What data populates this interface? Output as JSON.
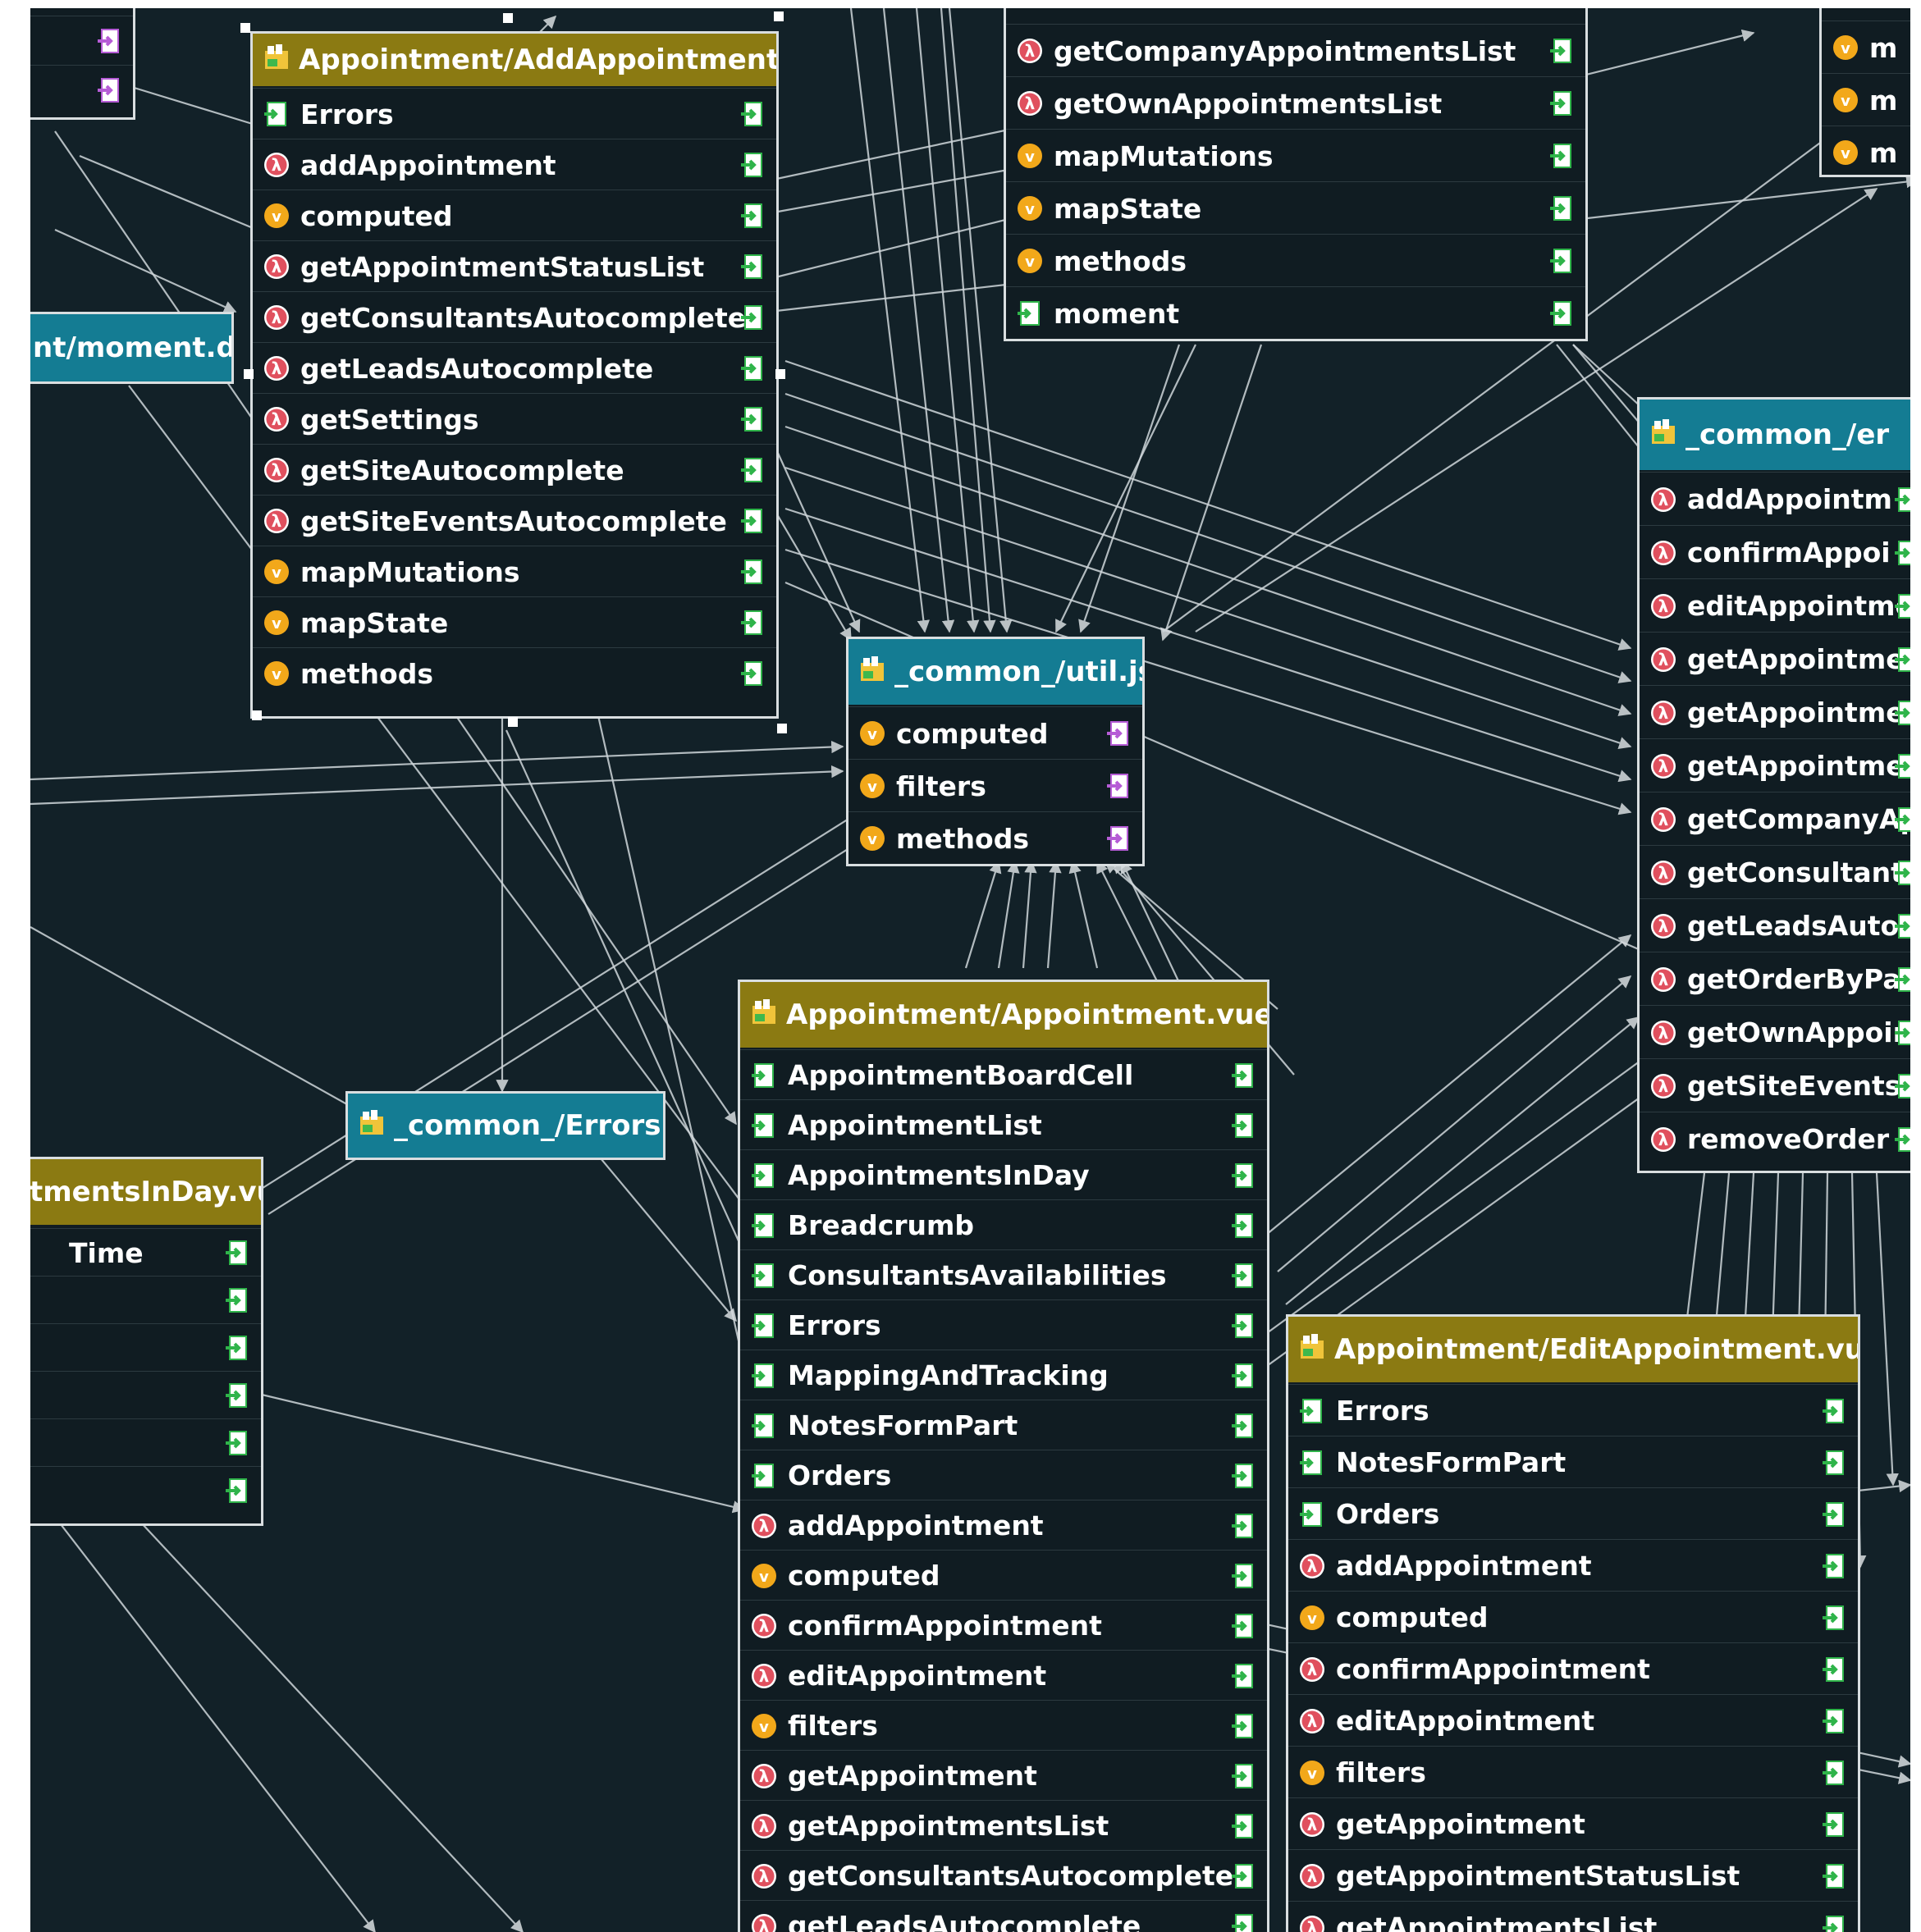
{
  "colors": {
    "background": "#122128",
    "header_gold": "#8b7a12",
    "header_teal": "#147c93",
    "lambda_icon": "#e0505e",
    "v_icon": "#f2a81a",
    "port_icon": "#2fb44a",
    "export_icon": "#b65cd6"
  },
  "boxes": {
    "add_appointment": {
      "title": "Appointment/AddAppointment.vue",
      "items": [
        {
          "label": "Errors",
          "icon": "component-icon"
        },
        {
          "label": "addAppointment",
          "icon": "lambda-icon"
        },
        {
          "label": "computed",
          "icon": "v-icon"
        },
        {
          "label": "getAppointmentStatusList",
          "icon": "lambda-icon"
        },
        {
          "label": "getConsultantsAutocomplete",
          "icon": "lambda-icon"
        },
        {
          "label": "getLeadsAutocomplete",
          "icon": "lambda-icon"
        },
        {
          "label": "getSettings",
          "icon": "lambda-icon"
        },
        {
          "label": "getSiteAutocomplete",
          "icon": "lambda-icon"
        },
        {
          "label": "getSiteEventsAutocomplete",
          "icon": "lambda-icon"
        },
        {
          "label": "mapMutations",
          "icon": "v-icon"
        },
        {
          "label": "mapState",
          "icon": "v-icon"
        },
        {
          "label": "methods",
          "icon": "v-icon"
        }
      ]
    },
    "top_center": {
      "title": "",
      "items": [
        {
          "label": "getCompanyAppointmentsList",
          "icon": "lambda-icon"
        },
        {
          "label": "getOwnAppointmentsList",
          "icon": "lambda-icon"
        },
        {
          "label": "mapMutations",
          "icon": "v-icon"
        },
        {
          "label": "mapState",
          "icon": "v-icon"
        },
        {
          "label": "methods",
          "icon": "v-icon"
        },
        {
          "label": "moment",
          "icon": "component-icon"
        }
      ]
    },
    "top_right": {
      "items": [
        {
          "label": "m",
          "icon": "v-icon"
        },
        {
          "label": "m",
          "icon": "v-icon"
        },
        {
          "label": "m",
          "icon": "v-icon"
        }
      ]
    },
    "top_left": {
      "items": [
        {
          "label": "",
          "icon": ""
        },
        {
          "label": "",
          "icon": ""
        }
      ]
    },
    "moment_dts": {
      "title": "nt/moment.d.ts"
    },
    "util_js": {
      "title": "_common_/util.js",
      "items": [
        {
          "label": "computed",
          "icon": "v-icon"
        },
        {
          "label": "filters",
          "icon": "v-icon"
        },
        {
          "label": "methods",
          "icon": "v-icon"
        }
      ]
    },
    "common_right": {
      "title": "_common_/er",
      "items": [
        {
          "label": "addAppointm",
          "icon": "lambda-icon"
        },
        {
          "label": "confirmAppoi",
          "icon": "lambda-icon"
        },
        {
          "label": "editAppointme",
          "icon": "lambda-icon"
        },
        {
          "label": "getAppointme",
          "icon": "lambda-icon"
        },
        {
          "label": "getAppointme",
          "icon": "lambda-icon"
        },
        {
          "label": "getAppointme",
          "icon": "lambda-icon"
        },
        {
          "label": "getCompanyAp",
          "icon": "lambda-icon"
        },
        {
          "label": "getConsultants",
          "icon": "lambda-icon"
        },
        {
          "label": "getLeadsAutoc",
          "icon": "lambda-icon"
        },
        {
          "label": "getOrderByPar",
          "icon": "lambda-icon"
        },
        {
          "label": "getOwnAppoin",
          "icon": "lambda-icon"
        },
        {
          "label": "getSiteEventsAu",
          "icon": "lambda-icon"
        },
        {
          "label": "removeOrder",
          "icon": "lambda-icon"
        }
      ]
    },
    "errors_js": {
      "title": "_common_/Errors.js"
    },
    "appointments_in_day": {
      "title": "tmentsInDay.vue",
      "items": [
        {
          "label": "Time",
          "icon": ""
        },
        {
          "label": "",
          "icon": ""
        },
        {
          "label": "",
          "icon": ""
        },
        {
          "label": "",
          "icon": ""
        },
        {
          "label": "",
          "icon": ""
        },
        {
          "label": "",
          "icon": ""
        }
      ]
    },
    "appointment": {
      "title": "Appointment/Appointment.vue",
      "items": [
        {
          "label": "AppointmentBoardCell",
          "icon": "component-icon"
        },
        {
          "label": "AppointmentList",
          "icon": "component-icon"
        },
        {
          "label": "AppointmentsInDay",
          "icon": "component-icon"
        },
        {
          "label": "Breadcrumb",
          "icon": "component-icon"
        },
        {
          "label": "ConsultantsAvailabilities",
          "icon": "component-icon"
        },
        {
          "label": "Errors",
          "icon": "component-icon"
        },
        {
          "label": "MappingAndTracking",
          "icon": "component-icon"
        },
        {
          "label": "NotesFormPart",
          "icon": "component-icon"
        },
        {
          "label": "Orders",
          "icon": "component-icon"
        },
        {
          "label": "addAppointment",
          "icon": "lambda-icon"
        },
        {
          "label": "computed",
          "icon": "v-icon"
        },
        {
          "label": "confirmAppointment",
          "icon": "lambda-icon"
        },
        {
          "label": "editAppointment",
          "icon": "lambda-icon"
        },
        {
          "label": "filters",
          "icon": "v-icon"
        },
        {
          "label": "getAppointment",
          "icon": "lambda-icon"
        },
        {
          "label": "getAppointmentsList",
          "icon": "lambda-icon"
        },
        {
          "label": "getConsultantsAutocomplete",
          "icon": "lambda-icon"
        },
        {
          "label": "getLeadsAutocomplete",
          "icon": "lambda-icon"
        }
      ]
    },
    "edit_appointment": {
      "title": "Appointment/EditAppointment.vue",
      "items": [
        {
          "label": "Errors",
          "icon": "component-icon"
        },
        {
          "label": "NotesFormPart",
          "icon": "component-icon"
        },
        {
          "label": "Orders",
          "icon": "component-icon"
        },
        {
          "label": "addAppointment",
          "icon": "lambda-icon"
        },
        {
          "label": "computed",
          "icon": "v-icon"
        },
        {
          "label": "confirmAppointment",
          "icon": "lambda-icon"
        },
        {
          "label": "editAppointment",
          "icon": "lambda-icon"
        },
        {
          "label": "filters",
          "icon": "v-icon"
        },
        {
          "label": "getAppointment",
          "icon": "lambda-icon"
        },
        {
          "label": "getAppointmentStatusList",
          "icon": "lambda-icon"
        },
        {
          "label": "getAppointmentsList",
          "icon": "lambda-icon"
        }
      ]
    }
  }
}
